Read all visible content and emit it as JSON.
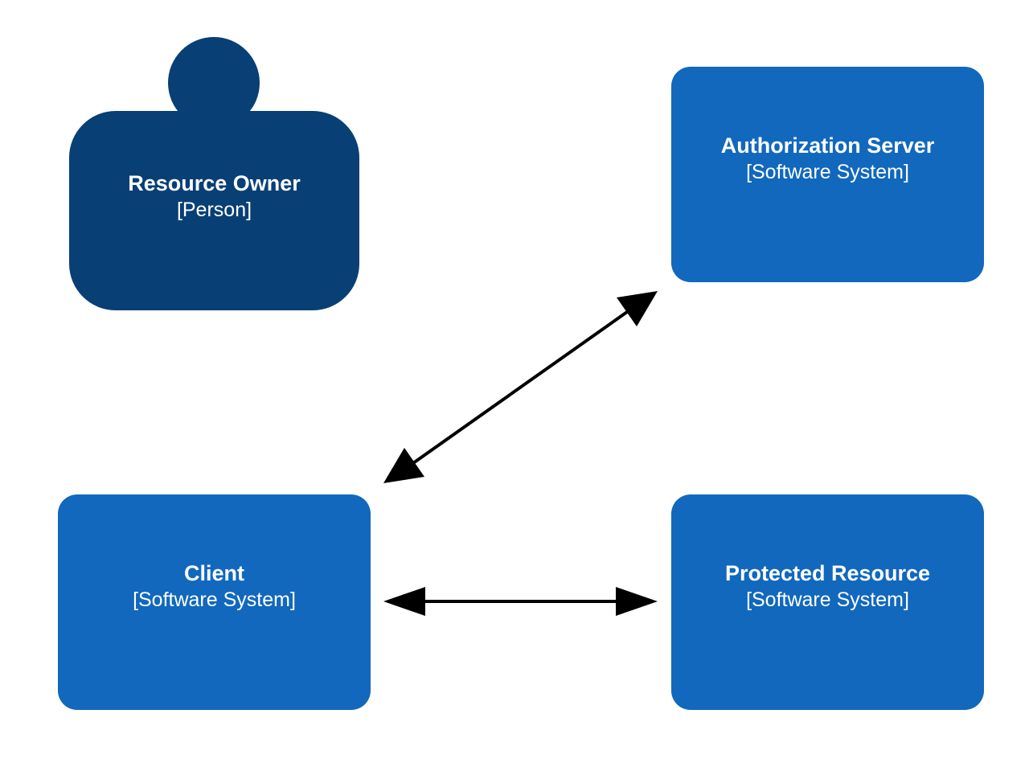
{
  "elements": {
    "resource_owner": {
      "name": "Resource Owner",
      "type": "[Person]"
    },
    "authorization_server": {
      "name": "Authorization Server",
      "type": "[Software System]"
    },
    "client": {
      "name": "Client",
      "type": "[Software System]"
    },
    "protected_resource": {
      "name": "Protected Resource",
      "type": "[Software System]"
    }
  },
  "relationships": [
    {
      "from": "client",
      "to": "authorization_server",
      "direction": "bidirectional"
    },
    {
      "from": "client",
      "to": "protected_resource",
      "direction": "bidirectional"
    }
  ],
  "colors": {
    "person": "#083f75",
    "software_system": "#1168bd",
    "text": "#ffffff",
    "arrow": "#000000"
  }
}
